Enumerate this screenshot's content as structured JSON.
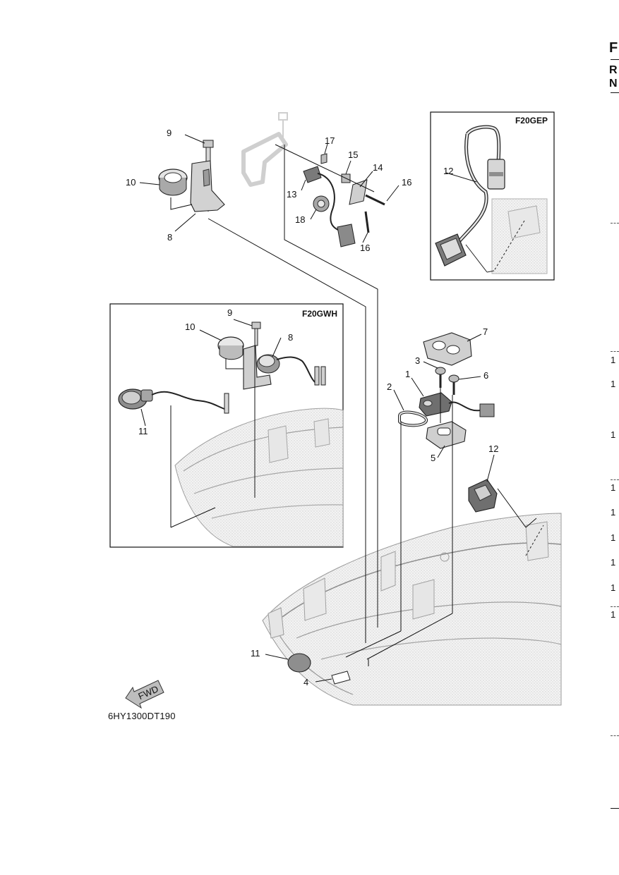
{
  "diagram": {
    "code": "6HY1300DT190",
    "direction_label": "FWD",
    "panels": [
      {
        "id": "panel-f20gep",
        "title": "F20GEP"
      },
      {
        "id": "panel-f20gwh",
        "title": "F20GWH"
      }
    ],
    "callouts": {
      "main": [
        "9",
        "10",
        "8",
        "17",
        "15",
        "14",
        "16",
        "13",
        "18",
        "16",
        "7",
        "3",
        "6",
        "1",
        "2",
        "5",
        "12",
        "11",
        "4"
      ],
      "f20gep": [
        "12"
      ],
      "f20gwh": [
        "9",
        "10",
        "8",
        "11"
      ]
    }
  },
  "right_edge": {
    "letters": [
      "F",
      "R",
      "N"
    ],
    "numbers": [
      "1",
      "1",
      "1",
      "1",
      "1",
      "1",
      "1",
      "1",
      "1"
    ]
  },
  "colors": {
    "line": "#111111",
    "part_fill": "#d9d9d9",
    "part_dark": "#8a8a8a",
    "housing": "#eeeeee"
  }
}
